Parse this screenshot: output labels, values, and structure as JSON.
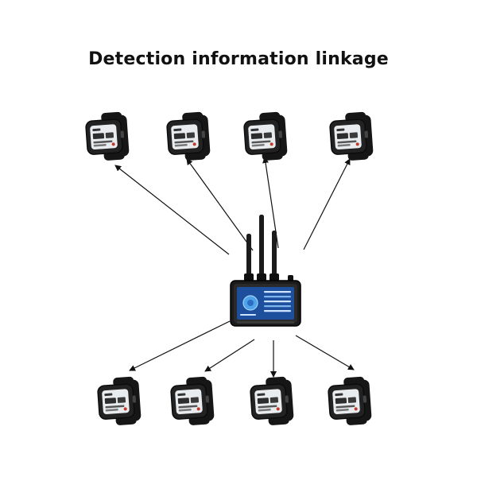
{
  "title": "Detection information linkage",
  "colors": {
    "arrow": "#111111",
    "device_body": "#1b1b1b",
    "device_bezel": "#2a2a2a",
    "screen_bg": "#1e4f9c",
    "watch_strap": "#161616",
    "watch_case": "#222222",
    "watch_screen": "#e9ecef"
  },
  "diagram": {
    "hub": {
      "name": "central-handheld-receiver",
      "icon": "tablet-with-antennas-icon"
    },
    "watches": [
      {
        "name": "watch-1",
        "row": "top"
      },
      {
        "name": "watch-2",
        "row": "top"
      },
      {
        "name": "watch-3",
        "row": "top"
      },
      {
        "name": "watch-4",
        "row": "top"
      },
      {
        "name": "watch-5",
        "row": "bottom"
      },
      {
        "name": "watch-6",
        "row": "bottom"
      },
      {
        "name": "watch-7",
        "row": "bottom"
      },
      {
        "name": "watch-8",
        "row": "bottom"
      }
    ],
    "links": [
      {
        "from": "hub",
        "to": "watch-1"
      },
      {
        "from": "hub",
        "to": "watch-2"
      },
      {
        "from": "hub",
        "to": "watch-3"
      },
      {
        "from": "hub",
        "to": "watch-4"
      },
      {
        "from": "hub",
        "to": "watch-5"
      },
      {
        "from": "hub",
        "to": "watch-6"
      },
      {
        "from": "hub",
        "to": "watch-7"
      },
      {
        "from": "hub",
        "to": "watch-8"
      }
    ]
  }
}
